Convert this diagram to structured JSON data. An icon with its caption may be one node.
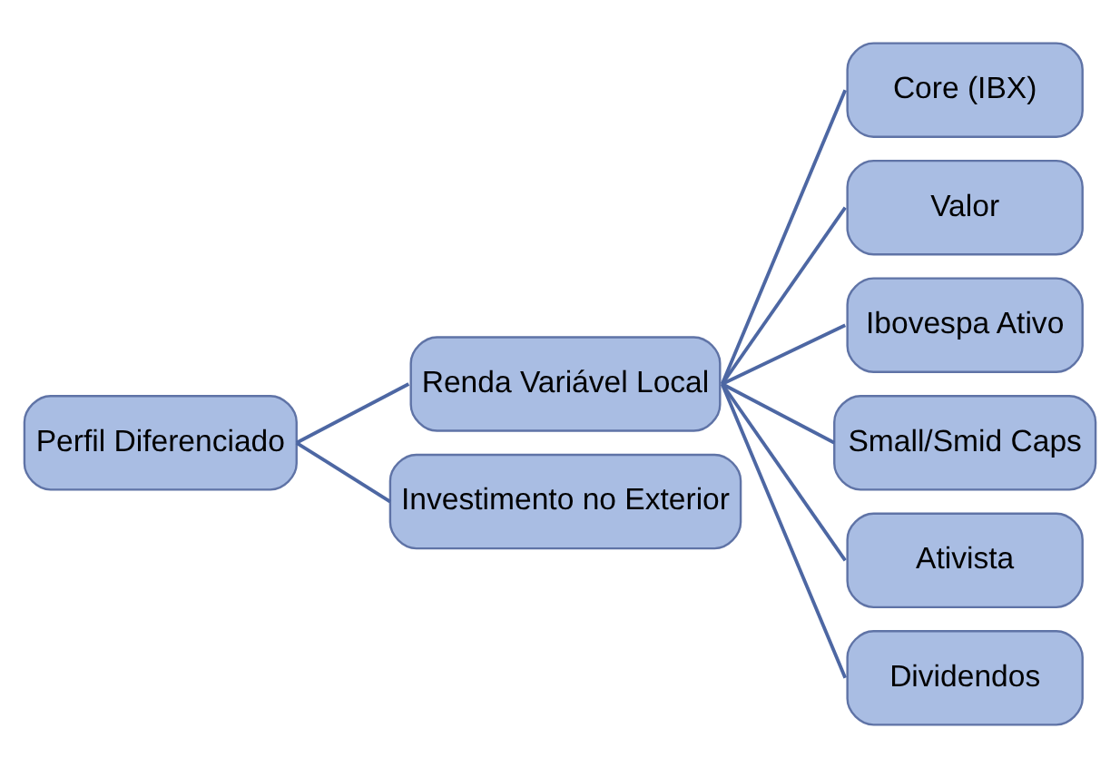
{
  "diagram": {
    "nodes": [
      {
        "text": [
          "Perfil Diferenciado"
        ]
      },
      {
        "text": [
          "Renda Variável Local"
        ]
      },
      {
        "text": [
          "Investimento no Exterior"
        ]
      },
      {
        "text": [
          "Core (IBX)"
        ]
      },
      {
        "text": [
          "Valor"
        ]
      },
      {
        "text": [
          "Ibovespa Ativo"
        ]
      },
      {
        "text": [
          "Small/Smid Caps"
        ]
      },
      {
        "text": [
          "Ativista"
        ]
      },
      {
        "text": [
          "Dividendos"
        ]
      }
    ],
    "edges": [
      {
        "from": 0,
        "to": 1,
        "arrow": "none"
      },
      {
        "from": 0,
        "to": 2,
        "arrow": "none"
      },
      {
        "from": 1,
        "to": 3,
        "arrow": "none"
      },
      {
        "from": 1,
        "to": 4,
        "arrow": "none"
      },
      {
        "from": 1,
        "to": 5,
        "arrow": "none"
      },
      {
        "from": 1,
        "to": 6,
        "arrow": "none"
      },
      {
        "from": 1,
        "to": 7,
        "arrow": "none"
      },
      {
        "from": 1,
        "to": 8,
        "arrow": "none"
      }
    ]
  }
}
